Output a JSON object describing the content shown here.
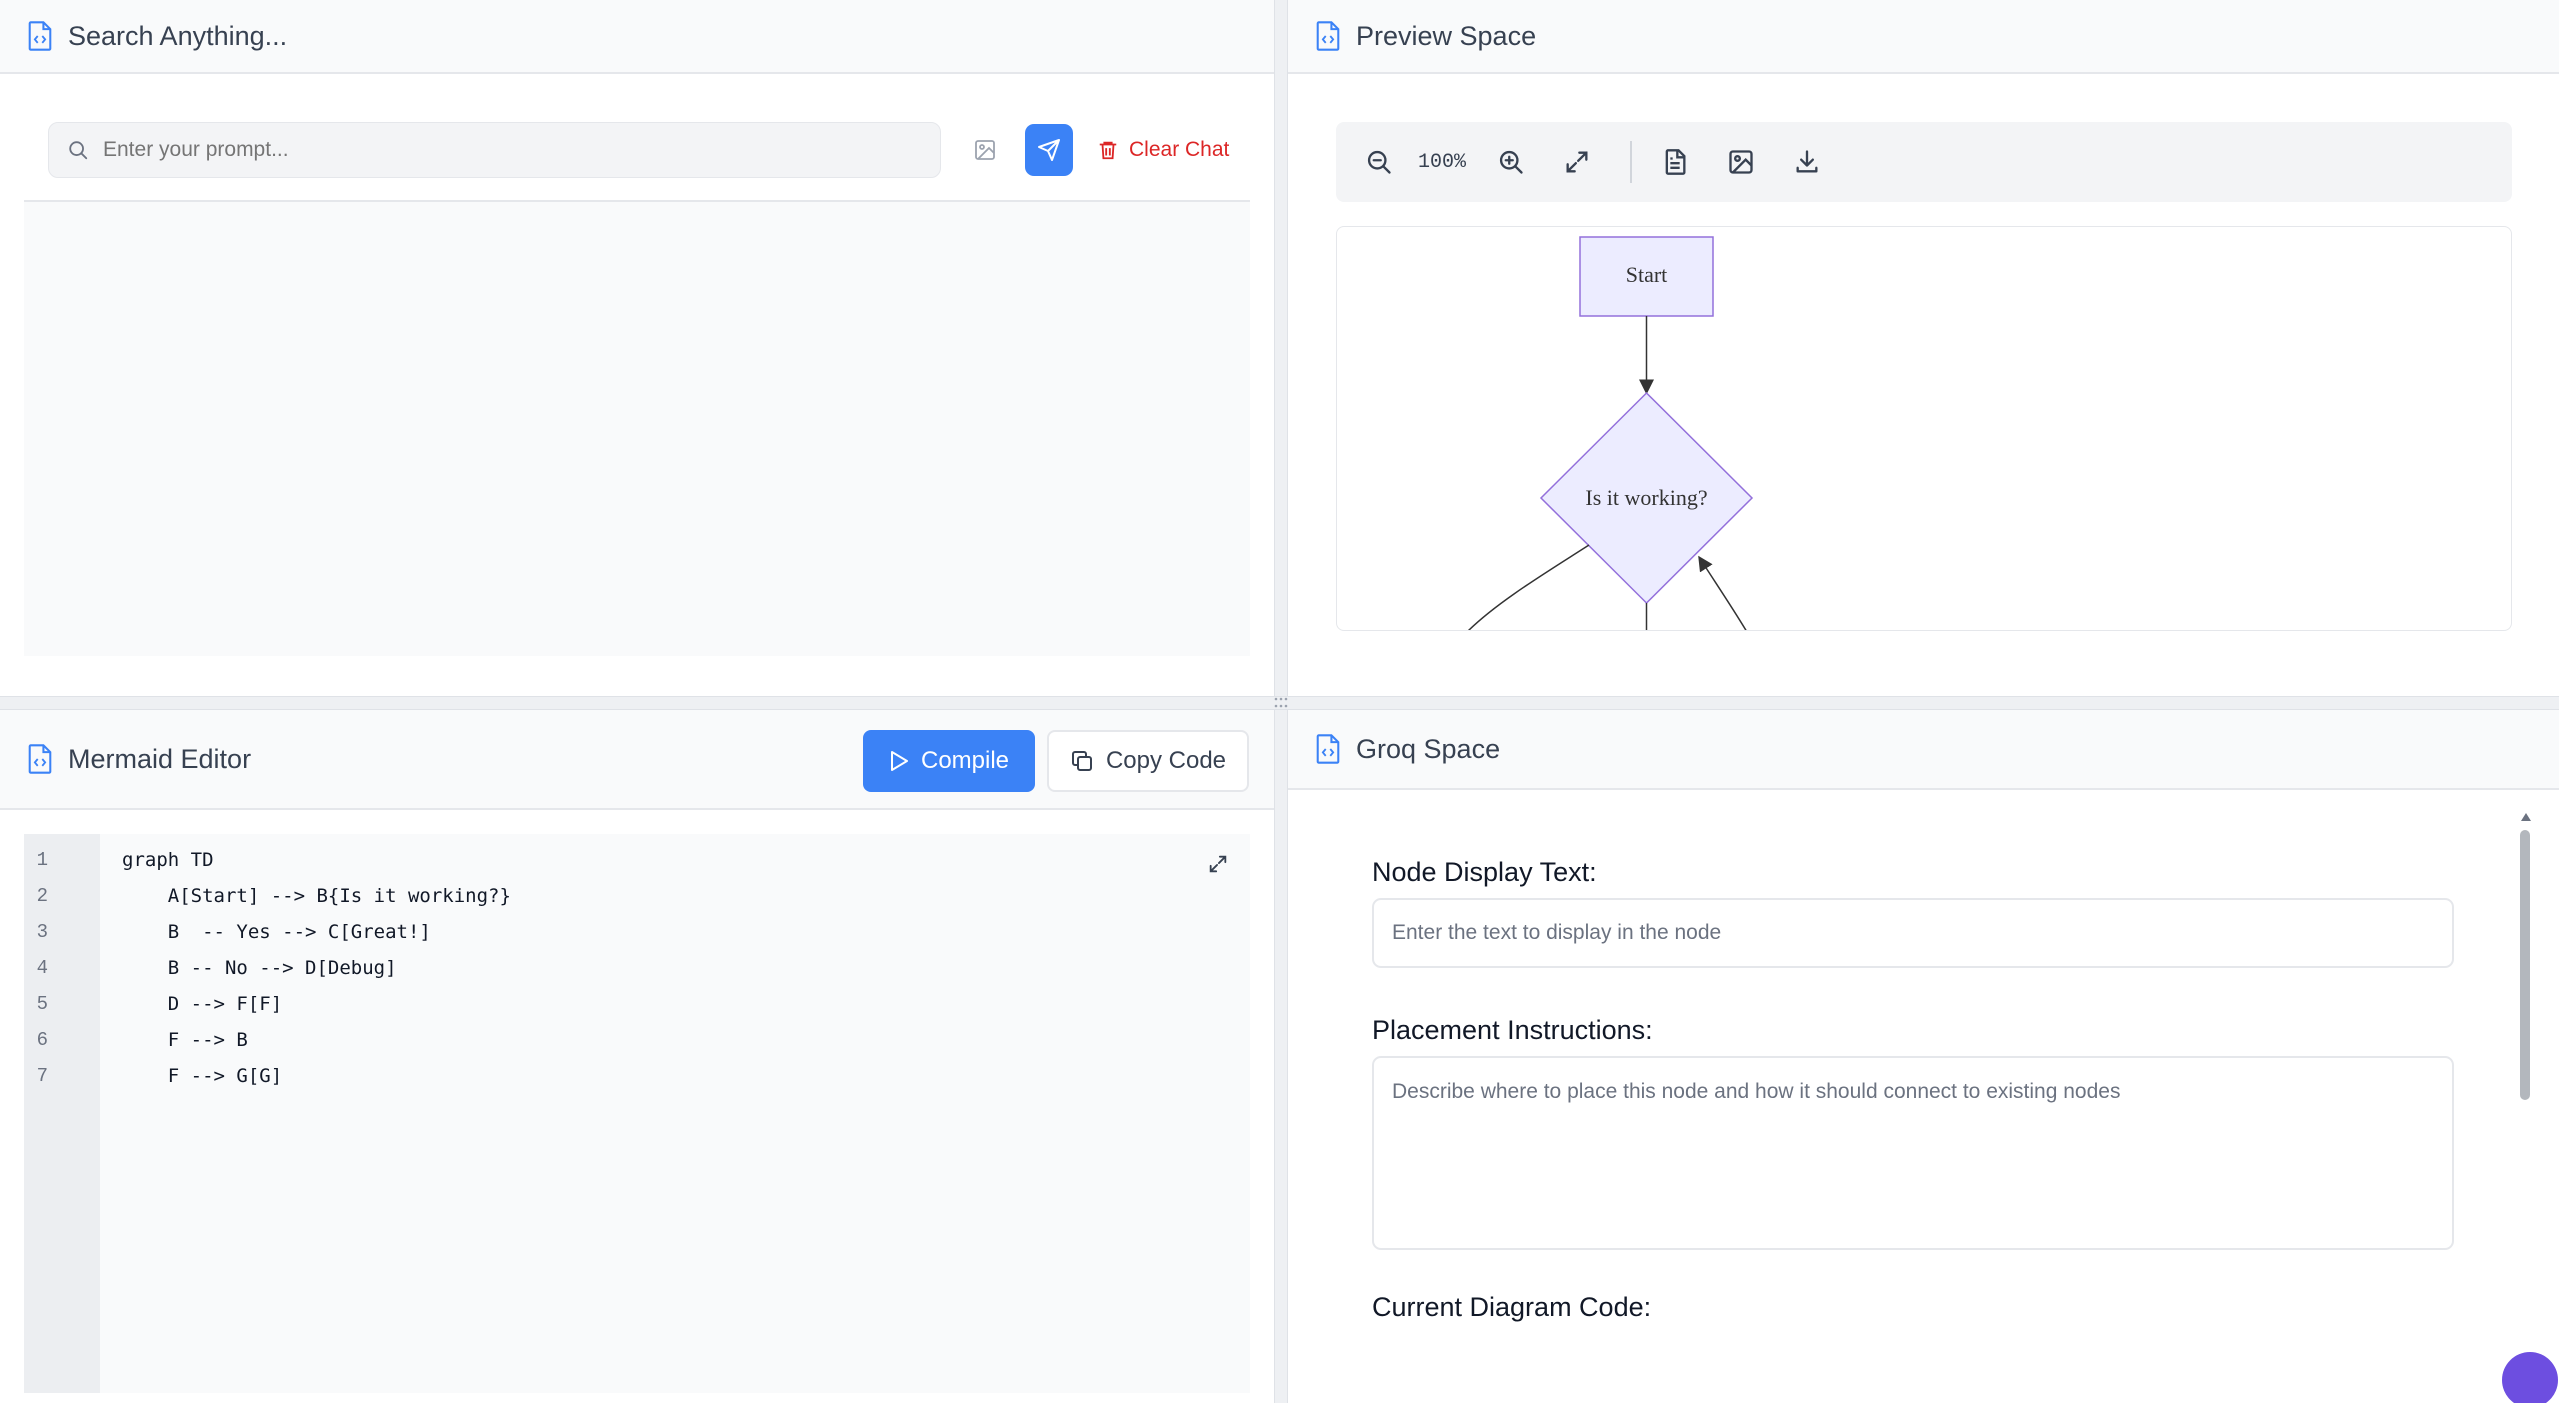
{
  "search": {
    "title": "Search Anything...",
    "placeholder": "Enter your prompt...",
    "clear_label": "Clear Chat"
  },
  "preview": {
    "title": "Preview Space",
    "zoom": "100%",
    "nodes": {
      "start": "Start",
      "decision": "Is it working?"
    }
  },
  "editor": {
    "title": "Mermaid Editor",
    "compile_label": "Compile",
    "copy_label": "Copy Code",
    "line_numbers": [
      "1",
      "2",
      "3",
      "4",
      "5",
      "6",
      "7"
    ],
    "lines": [
      "graph TD",
      "    A[Start] --> B{Is it working?}",
      "    B  -- Yes --> C[Great!]",
      "    B -- No --> D[Debug]",
      "    D --> F[F]",
      "    F --> B",
      "    F --> G[G]"
    ]
  },
  "groq": {
    "title": "Groq Space",
    "node_text_label": "Node Display Text:",
    "node_text_placeholder": "Enter the text to display in the node",
    "placement_label": "Placement Instructions:",
    "placement_placeholder": "Describe where to place this node and how it should connect to existing nodes",
    "current_code_label": "Current Diagram Code:"
  },
  "colors": {
    "accent": "#3b82f6",
    "danger": "#dc2626",
    "node_fill": "#ECECFF",
    "node_stroke": "#9370DB"
  }
}
